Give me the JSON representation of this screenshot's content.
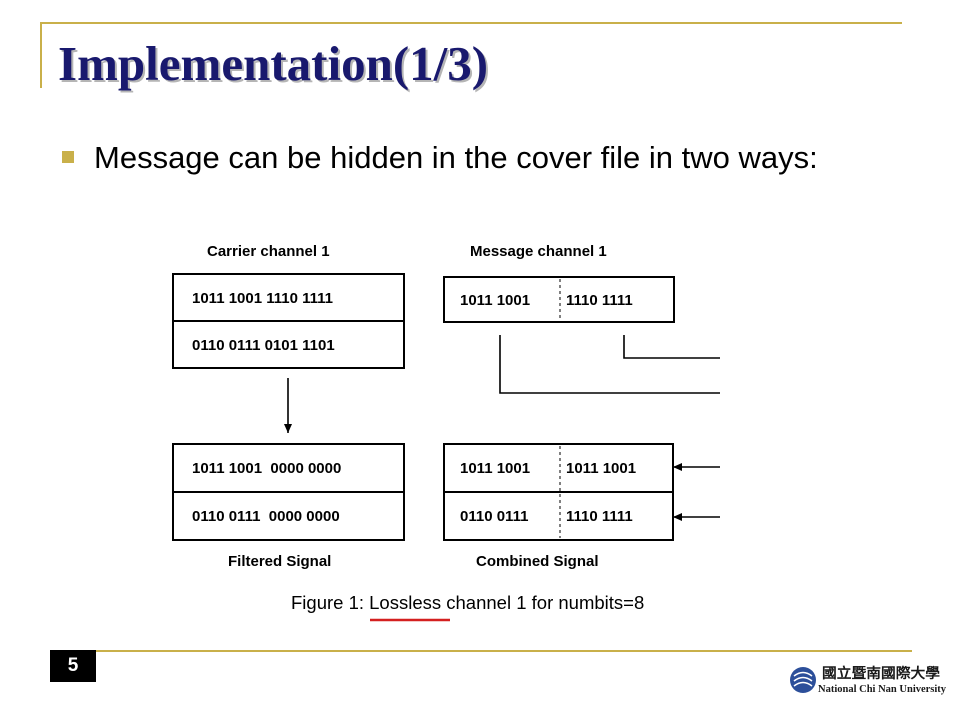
{
  "slide": {
    "title": "Implementation(1/3)",
    "bullet": "Message can be hidden in the cover file in two ways:",
    "page_number": "5"
  },
  "figure": {
    "carrier_label": "Carrier channel 1",
    "message_label": "Message channel 1",
    "carrier_rows": [
      "1011 1001 1110 1111",
      "0110 0111 0101 1101"
    ],
    "message_left": "1011 1001",
    "message_right": "1110 1111",
    "filtered_rows": [
      "1011 1001  0000 0000",
      "0110 0111  0000 0000"
    ],
    "combined_rows": [
      {
        "left": "1011 1001",
        "right": "1011 1001"
      },
      {
        "left": "0110 0111",
        "right": "1110 1111"
      }
    ],
    "filtered_label": "Filtered Signal",
    "combined_label": "Combined Signal",
    "caption": "Figure 1: Lossless channel 1 for numbits=8",
    "accent_color": "#d42020"
  },
  "footer": {
    "logo_text": "National Chi Nan University",
    "logo_cjk": "國立暨南國際大學"
  }
}
